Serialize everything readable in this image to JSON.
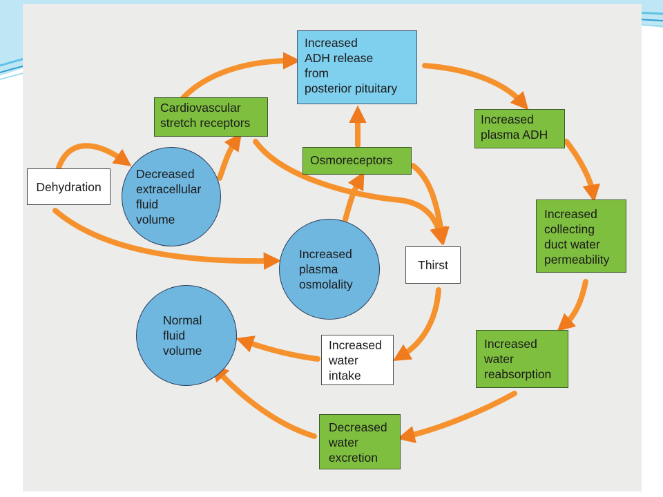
{
  "nodes": {
    "dehydration": "Dehydration",
    "decreased_ecf": "Decreased\nextracellular\nfluid\nvolume",
    "cardio": "Cardiovascular\nstretch receptors",
    "adh_release": "Increased\nADH release\nfrom\nposterior pituitary",
    "osmoreceptors": "Osmoreceptors",
    "plasma_osm": "Increased\nplasma\nosmolality",
    "thirst": "Thirst",
    "normal_fluid": "Normal\nfluid\nvolume",
    "water_intake": "Increased\nwater\nintake",
    "plasma_adh": "Increased\nplasma ADH",
    "collecting_duct": "Increased\ncollecting\nduct water\npermeability",
    "water_reabsorption": "Increased\nwater\nreabsorption",
    "water_excretion": "Decreased\nwater\nexcretion"
  },
  "colors": {
    "green_box": "#7fbf3f",
    "blue_box": "#7fd0ee",
    "circle": "#6fb7df",
    "arrow": "#f07a1e",
    "background": "#ececea"
  }
}
